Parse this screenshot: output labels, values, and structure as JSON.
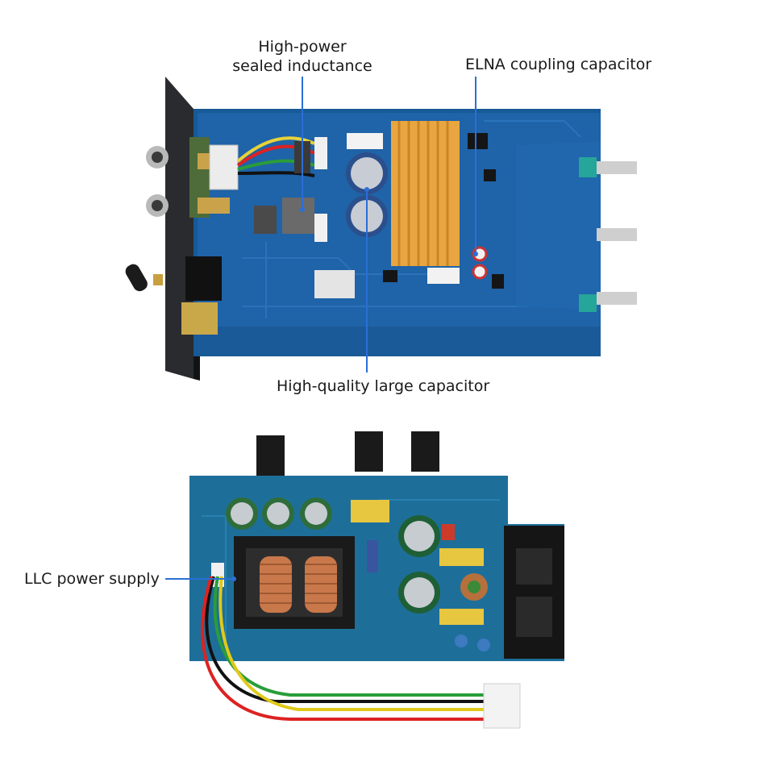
{
  "callouts": {
    "inductance_line1": "High-power",
    "inductance_line2": "sealed inductance",
    "elna": "ELNA coupling capacitor",
    "large_capacitor": "High-quality large capacitor",
    "llc": "LLC power supply"
  },
  "colors": {
    "pcb_blue": "#1f63a8",
    "pcb_green_blue": "#1d6f9a",
    "heatsink": "#e9a640",
    "callout_line": "#2a6fd6",
    "panel": "#202124"
  }
}
